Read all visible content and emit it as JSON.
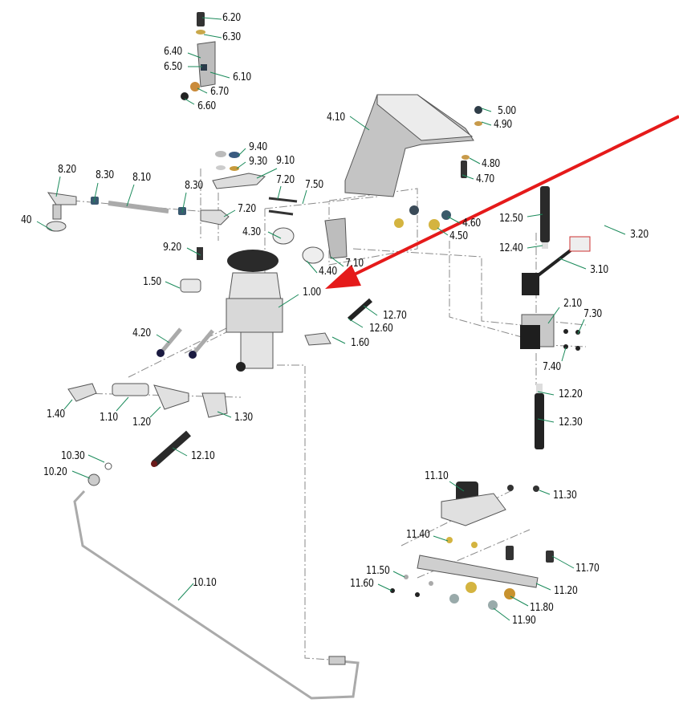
{
  "diagram": {
    "type": "exploded-parts-view",
    "pointer_arrow": {
      "color": "#e51a1a",
      "points_to": "1.00"
    },
    "leader_color": "#1a8a5a",
    "callouts": [
      {
        "id": "6.20"
      },
      {
        "id": "6.30"
      },
      {
        "id": "6.40"
      },
      {
        "id": "6.50"
      },
      {
        "id": "6.10"
      },
      {
        "id": "6.70"
      },
      {
        "id": "6.60"
      },
      {
        "id": "4.10"
      },
      {
        "id": "5.00"
      },
      {
        "id": "4.90"
      },
      {
        "id": "4.80"
      },
      {
        "id": "4.70"
      },
      {
        "id": "4.60"
      },
      {
        "id": "4.50"
      },
      {
        "id": "9.40"
      },
      {
        "id": "9.30"
      },
      {
        "id": "9.10"
      },
      {
        "id": "9.20"
      },
      {
        "id": "8.20"
      },
      {
        "id": "8.30"
      },
      {
        "id": "8.10"
      },
      {
        "id": "8.30b",
        "text": "8.30"
      },
      {
        "id": "40"
      },
      {
        "id": "7.20"
      },
      {
        "id": "7.50"
      },
      {
        "id": "7.20b",
        "text": "7.20"
      },
      {
        "id": "7.10"
      },
      {
        "id": "4.30"
      },
      {
        "id": "4.40"
      },
      {
        "id": "1.00"
      },
      {
        "id": "1.50"
      },
      {
        "id": "4.20"
      },
      {
        "id": "1.60"
      },
      {
        "id": "12.70"
      },
      {
        "id": "12.60"
      },
      {
        "id": "12.50"
      },
      {
        "id": "12.40"
      },
      {
        "id": "3.20"
      },
      {
        "id": "3.10"
      },
      {
        "id": "2.10"
      },
      {
        "id": "7.30"
      },
      {
        "id": "7.40"
      },
      {
        "id": "12.20"
      },
      {
        "id": "12.30"
      },
      {
        "id": "1.40"
      },
      {
        "id": "1.10"
      },
      {
        "id": "1.20"
      },
      {
        "id": "1.30"
      },
      {
        "id": "12.10"
      },
      {
        "id": "10.30"
      },
      {
        "id": "10.20"
      },
      {
        "id": "10.10"
      },
      {
        "id": "11.10"
      },
      {
        "id": "11.30"
      },
      {
        "id": "11.40"
      },
      {
        "id": "11.70"
      },
      {
        "id": "11.50"
      },
      {
        "id": "11.60"
      },
      {
        "id": "11.20"
      },
      {
        "id": "11.80"
      },
      {
        "id": "11.90"
      }
    ]
  }
}
